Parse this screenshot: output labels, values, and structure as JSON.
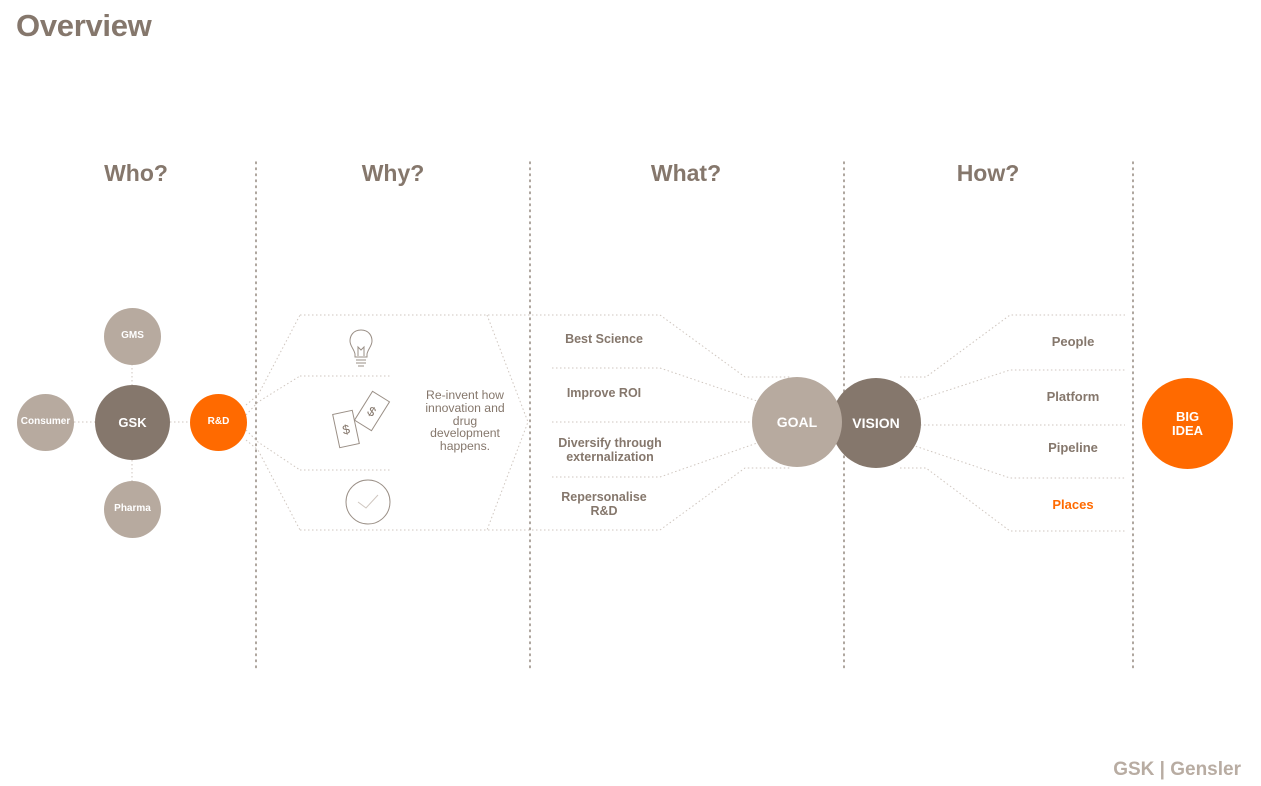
{
  "page": {
    "title": "Overview",
    "footer": "GSK | Gensler"
  },
  "columns": [
    {
      "label": "Who?"
    },
    {
      "label": "Why?"
    },
    {
      "label": "What?"
    },
    {
      "label": "How?"
    }
  ],
  "who": {
    "center": "GSK",
    "top": "GMS",
    "left": "Consumer",
    "bottom": "Pharma",
    "right": "R&D"
  },
  "why": {
    "statement": "Re-invent how innovation and drug development happens.",
    "icons": [
      "lightbulb-icon",
      "money-icon",
      "check-icon"
    ]
  },
  "what": {
    "items": [
      "Best Science",
      "Improve ROI",
      "Diversify through externalization",
      "Repersonalise R&D"
    ],
    "goal": "GOAL",
    "vision": "VISION"
  },
  "how": {
    "items": [
      "People",
      "Platform",
      "Pipeline",
      "Places"
    ],
    "highlighted_item": "Places",
    "big_idea": "BIG IDEA"
  },
  "colors": {
    "accent": "#ff6a00",
    "dark": "#85776c",
    "light": "#b7aa9f",
    "footer": "#b8aca2"
  }
}
